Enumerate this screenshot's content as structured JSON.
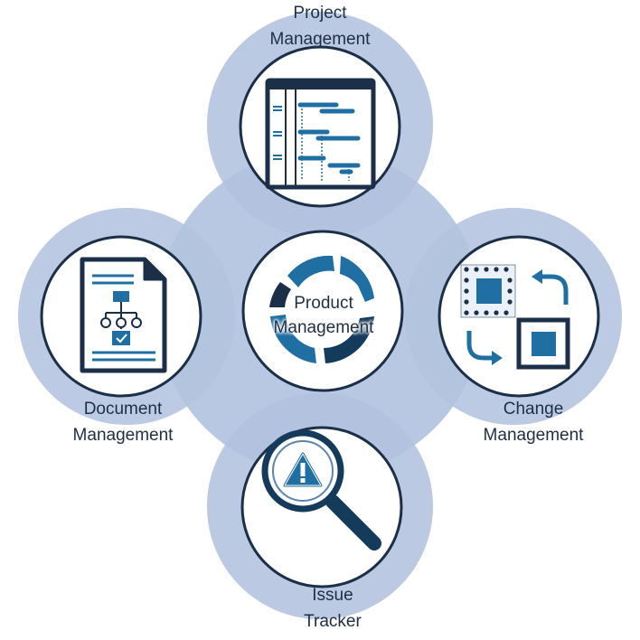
{
  "diagram": {
    "center": {
      "line1": "Product",
      "line2": "Management"
    },
    "nodes": {
      "top": {
        "line1": "Project",
        "line2": "Management",
        "icon": "gantt-chart-icon"
      },
      "left": {
        "line1": "Document",
        "line2": "Management",
        "icon": "document-flowchart-icon"
      },
      "right": {
        "line1": "Change",
        "line2": "Management",
        "icon": "change-arrows-icon"
      },
      "bottom": {
        "line1": "Issue",
        "line2": "Tracker",
        "icon": "magnifier-warning-icon"
      }
    },
    "colors": {
      "halo": "#c9d6ea",
      "overlap": "#aebfdc",
      "ring": "#1b2f48",
      "accent": "#1f6fa3",
      "dark": "#153b5c"
    }
  }
}
